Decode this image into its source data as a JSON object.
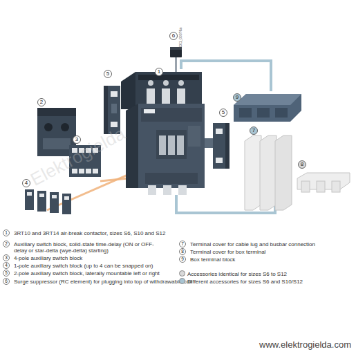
{
  "diagram": {
    "labels": [
      "6",
      "1",
      "9",
      "5",
      "5",
      "2",
      "3",
      "7",
      "8",
      "4",
      "IC01_00076a",
      "Elektrogielda",
      "1",
      "3RT10 and 3RT14 air-break contactor, sizes S6, S10 and S12",
      "2",
      "Auxiliary switch block, solid-state time-delay (ON or OFF-delay or star-delta (wye-delta) starting)",
      "3",
      "4-pole auxiliary switch block",
      "4",
      "1-pole auxiliary switch block (up to 4 can be snapped on)",
      "5",
      "2-pole auxiliary switch block, laterally mountable left or right",
      "6",
      "Surge suppressor (RC element) for plugging into top of withdrawable coil",
      "7",
      "Terminal cover for cable lug and busbar connection",
      "8",
      "Terminal cover for box terminal",
      "9",
      "Box terminal block",
      "www.elektrogielda.com"
    ],
    "legend": [
      {
        "text": "Accessories identical for sizes S6 to S12",
        "color": "#d9d9d9"
      },
      {
        "text": "Different accessories for sizes S6 and S10/S12",
        "color": "#a9c5d3"
      }
    ]
  }
}
